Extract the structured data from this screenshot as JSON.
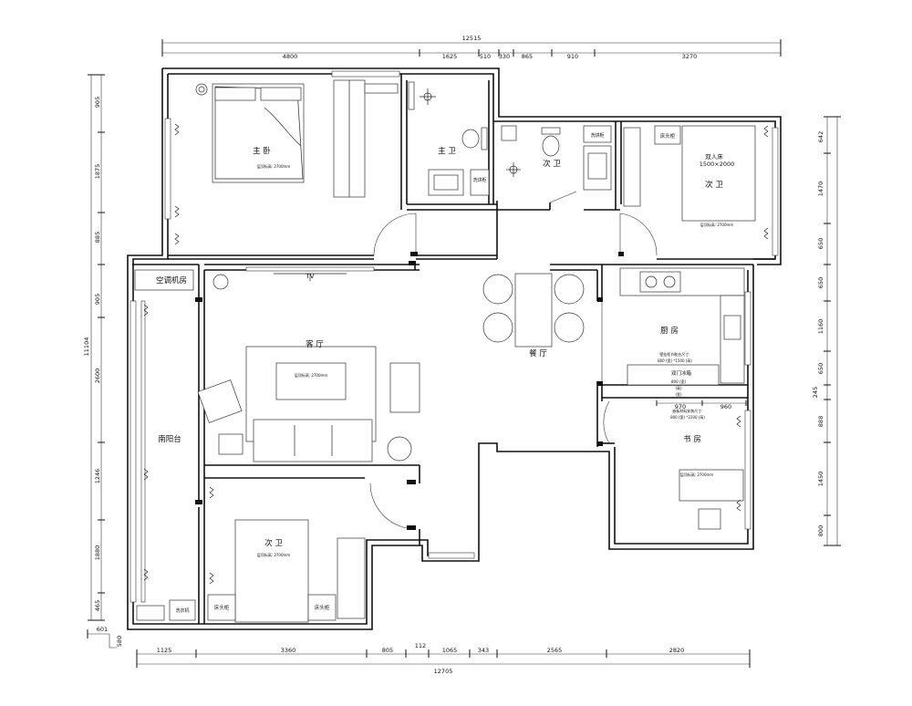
{
  "dimensions": {
    "top_total": "12515",
    "top": [
      "4800",
      "1625",
      "510",
      "330",
      "865",
      "910",
      "3270"
    ],
    "bottom_total": "12705",
    "bottom": [
      "1125",
      "3360",
      "805",
      "112",
      "1065",
      "343",
      "2565",
      "2820"
    ],
    "left_total": "11104",
    "left": [
      "905",
      "1875",
      "885",
      "905",
      "2600",
      "1246",
      "1880",
      "465"
    ],
    "right": [
      "642",
      "1470",
      "650",
      "650",
      "1160",
      "650",
      "245",
      "888",
      "1450",
      "800"
    ],
    "kitchen_inner": [
      "970",
      "960"
    ],
    "corner_a": "601",
    "corner_b": "580"
  },
  "rooms": {
    "master_bedroom": "主  卧",
    "master_bath": "主  卫",
    "second_bath": "次  卫",
    "bedroom_ne": "次  卫",
    "living_room": "客  厅",
    "dining_room": "餐  厅",
    "kitchen": "厨  房",
    "study": "书  房",
    "south_balcony": "南阳台",
    "bedroom_sw": "次  卫",
    "ac_room": "空调机房"
  },
  "labels": {
    "tv": "TV",
    "double_bed": "双人床",
    "bed_size": "1500×2000",
    "nightstand": "床头柜",
    "laundry": "洗烘柜",
    "fridge": "双门冰箱",
    "wash": "洗衣机",
    "ceiling_note": "层顶标高: 2700mm",
    "kitchen_note_a": "壁挂柜节能台尺寸:",
    "kitchen_note_b": "800 (宽) *1500 (高)",
    "kitchen_note_c": "嵌板材料安装尺寸:",
    "kitchen_note_d": "800 (宽) *2200 (高)",
    "k_val_1": "800 (宽)",
    "k_val_2": "(高)",
    "k_val_3": "(宽)"
  }
}
